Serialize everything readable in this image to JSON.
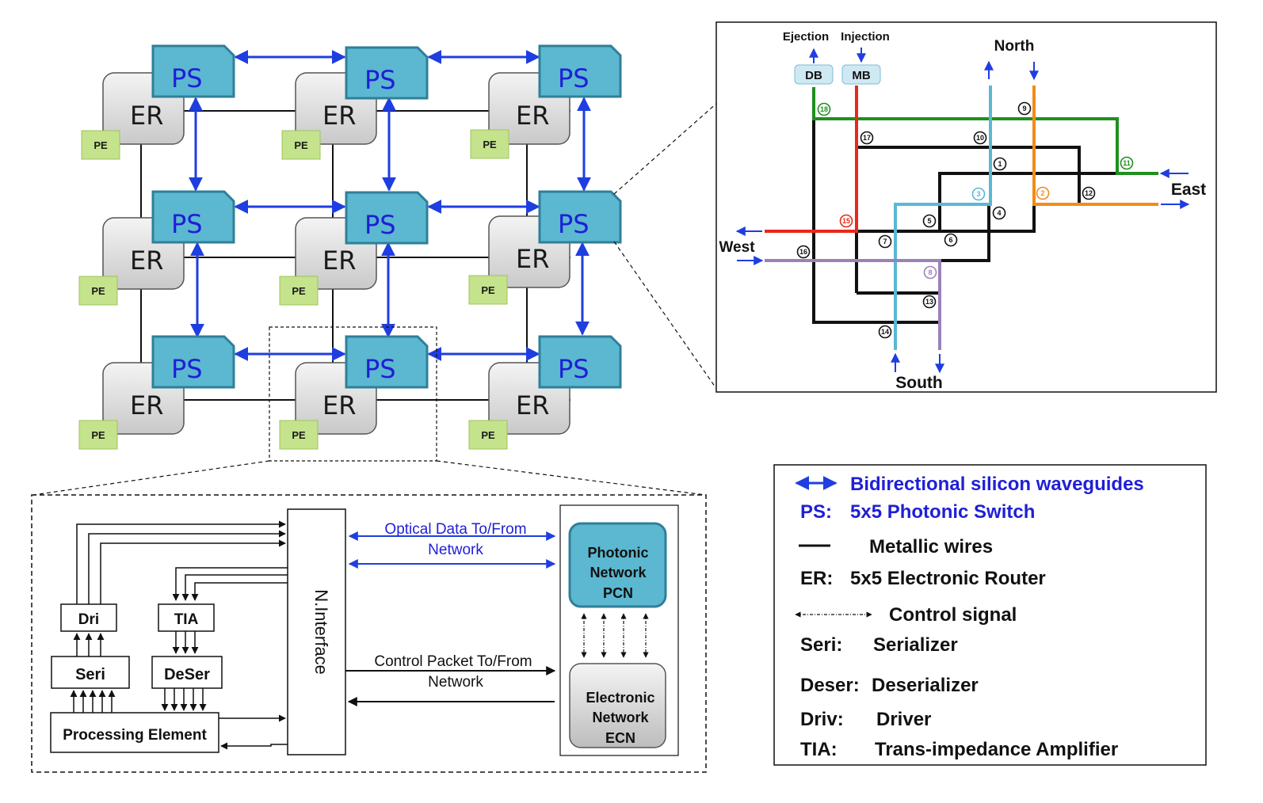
{
  "mesh": {
    "router_label": "ER",
    "switch_label": "PS",
    "pe_label": "PE"
  },
  "switch_detail": {
    "ejection": "Ejection",
    "injection": "Injection",
    "north": "North",
    "south": "South",
    "east": "East",
    "west": "West",
    "db": "DB",
    "mb": "MB",
    "ports": [
      "1",
      "2",
      "3",
      "4",
      "5",
      "6",
      "7",
      "8",
      "9",
      "10",
      "11",
      "12",
      "13",
      "14",
      "15",
      "16",
      "17",
      "18"
    ]
  },
  "node_detail": {
    "dri": "Dri",
    "tia": "TIA",
    "seri": "Seri",
    "deser": "DeSer",
    "processing_element": "Processing Element",
    "n_interface": "N.Interface",
    "optical_line1": "Optical Data To/From",
    "optical_line2": "Network",
    "control_line1": "Control Packet To/From",
    "control_line2": "Network",
    "photonic": [
      "Photonic",
      "Network",
      "PCN"
    ],
    "electronic": [
      "Electronic",
      "Network",
      "ECN"
    ]
  },
  "legend": {
    "items": [
      {
        "key": "",
        "text": "Bidirectional silicon waveguides"
      },
      {
        "key": "PS:",
        "text": "5x5 Photonic Switch"
      },
      {
        "key": "",
        "text": "Metallic wires"
      },
      {
        "key": "ER:",
        "text": "5x5 Electronic Router"
      },
      {
        "key": "",
        "text": "Control signal"
      },
      {
        "key": "Seri:",
        "text": "Serializer"
      },
      {
        "key": "Deser:",
        "text": "Deserializer"
      },
      {
        "key": "Driv:",
        "text": "Driver"
      },
      {
        "key": "TIA:",
        "text": "Trans-impedance Amplifier"
      }
    ]
  },
  "colors": {
    "ps_fill": "#5bb8d0",
    "ps_stroke": "#2f7f99",
    "er_fill": "#d9d9d9",
    "pe_fill": "#c4e38c",
    "waveguide": "#1f3ee0",
    "green": "#1f8f1f",
    "red": "#e8281a",
    "orange": "#f28c18",
    "cyan": "#5ab8d4",
    "purple": "#9a82b8"
  }
}
